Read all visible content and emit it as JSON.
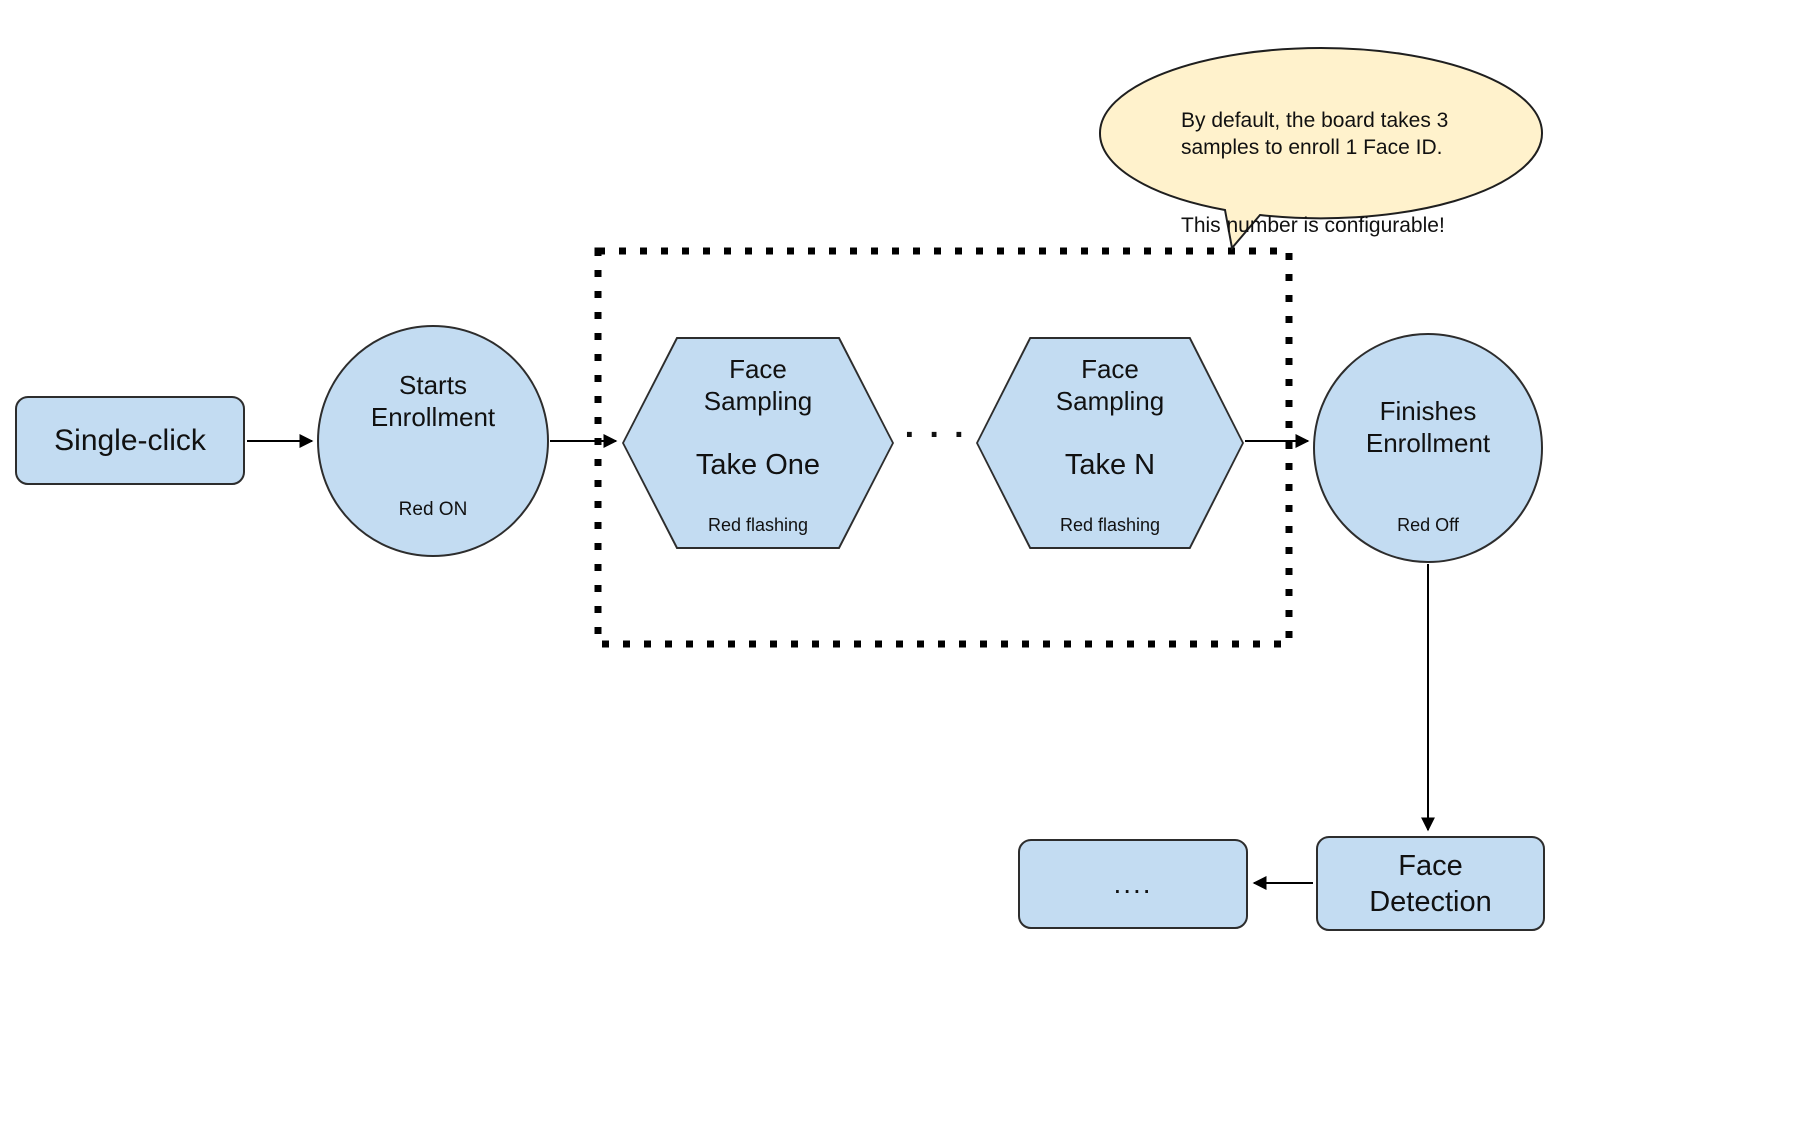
{
  "callout": {
    "paragraph1": "By default, the board takes 3\nsamples to enroll 1 Face ID.",
    "paragraph2": "This number is configurable!"
  },
  "nodes": {
    "single_click": {
      "label": "Single-click"
    },
    "starts_enrollment": {
      "title": "Starts\nEnrollment",
      "status": "Red ON"
    },
    "face_sampling_take_one": {
      "title": "Face\nSampling",
      "step": "Take One",
      "status": "Red flashing"
    },
    "face_sampling_take_n": {
      "title": "Face\nSampling",
      "step": "Take N",
      "status": "Red flashing"
    },
    "finishes_enrollment": {
      "title": "Finishes\nEnrollment",
      "status": "Red Off"
    },
    "face_detection": {
      "label": "Face\nDetection"
    },
    "continuation": {
      "label": "...."
    }
  },
  "separator_dots": "· · ·",
  "colors": {
    "node_fill": "#c3dcf2",
    "node_border": "#2d2d2d",
    "callout_fill": "#fff2cc",
    "callout_border": "#1f1f1f",
    "connector": "#000000"
  }
}
